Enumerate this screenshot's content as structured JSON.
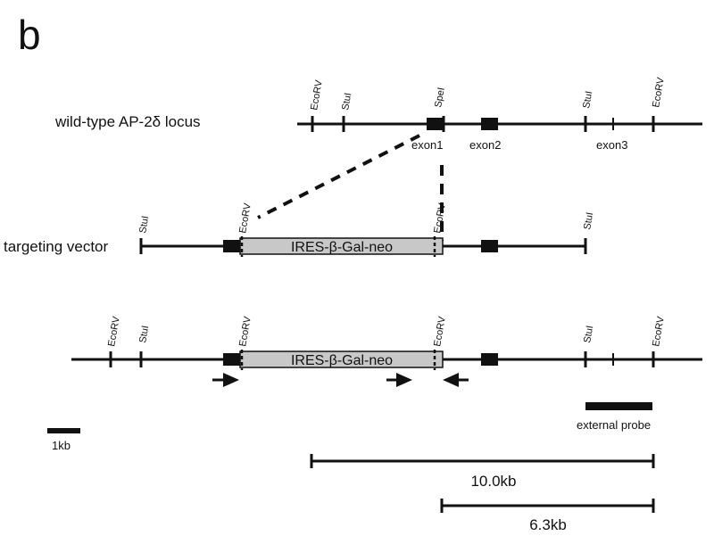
{
  "panel_letter": "b",
  "rows": {
    "wild_type": {
      "label": "wild-type AP-2δ locus"
    },
    "targeting": {
      "label": "targeting vector"
    }
  },
  "sites": {
    "ecorv": "EcoRV",
    "stui": "StuI",
    "spei": "SpeI"
  },
  "exons": {
    "exon1": "exon1",
    "exon2": "exon2",
    "exon3": "exon3"
  },
  "cassette_label": "IRES-β-Gal-neo",
  "probe_label": "external probe",
  "scale_bar_label": "1kb",
  "fragments": {
    "large": "10.0kb",
    "small": "6.3kb"
  }
}
